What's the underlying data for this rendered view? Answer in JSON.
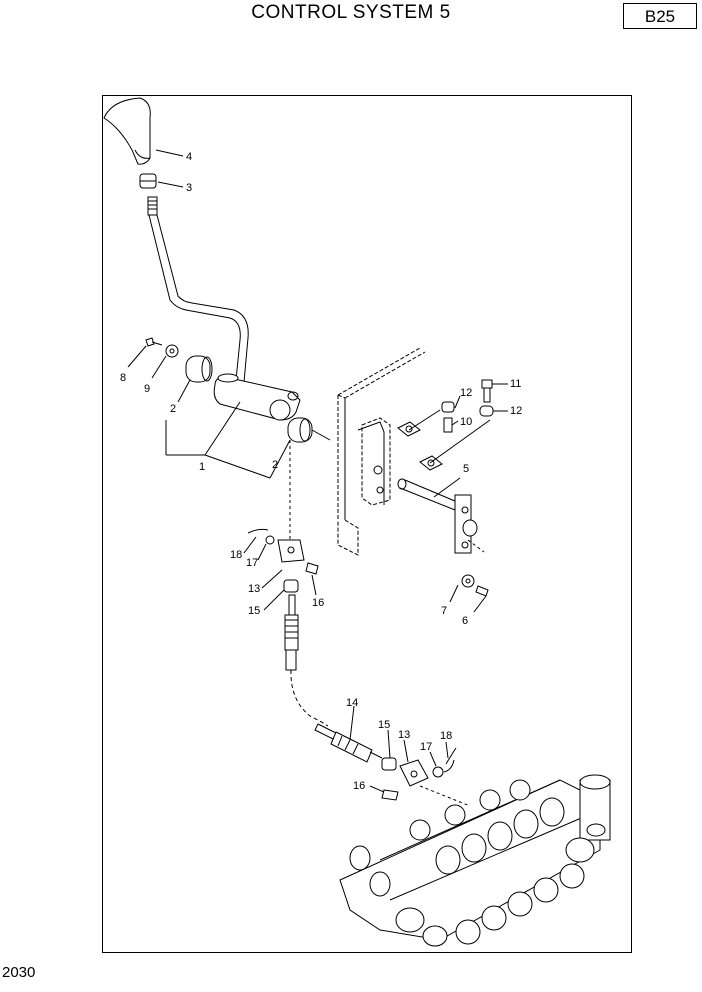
{
  "header": {
    "title": "CONTROL SYSTEM 5",
    "page_code": "B25"
  },
  "footer": {
    "page_number": "2030"
  },
  "callouts": {
    "c1": "1",
    "c2a": "2",
    "c2b": "2",
    "c3": "3",
    "c4": "4",
    "c5": "5",
    "c6": "6",
    "c7": "7",
    "c8": "8",
    "c9": "9",
    "c10": "10",
    "c11": "11",
    "c12a": "12",
    "c12b": "12",
    "c13a": "13",
    "c13b": "13",
    "c14": "14",
    "c15a": "15",
    "c15b": "15",
    "c16a": "16",
    "c16b": "16",
    "c17a": "17",
    "c17b": "17",
    "c18a": "18",
    "c18b": "18"
  }
}
